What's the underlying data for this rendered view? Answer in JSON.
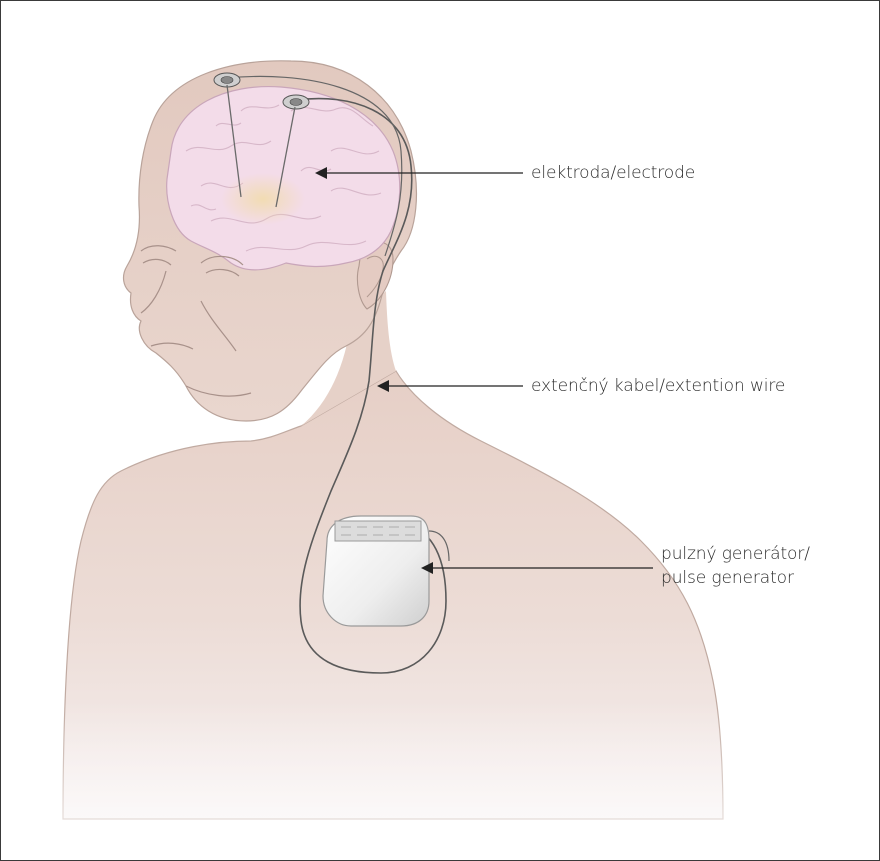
{
  "labels": {
    "electrode": "elektroda/electrode",
    "extension_wire": "extenčný kabel/extention wire",
    "pulse_generator_line1": "pulzný generátor/",
    "pulse_generator_line2": "pulse generator"
  },
  "colors": {
    "skin": "#e9d6cf",
    "skin_outline": "#b9a39a",
    "brain": "#f2dbe8",
    "brain_outline": "#caa7bb",
    "wire": "#555555",
    "device": "#f4f4f4",
    "text": "#2b2b2b"
  }
}
